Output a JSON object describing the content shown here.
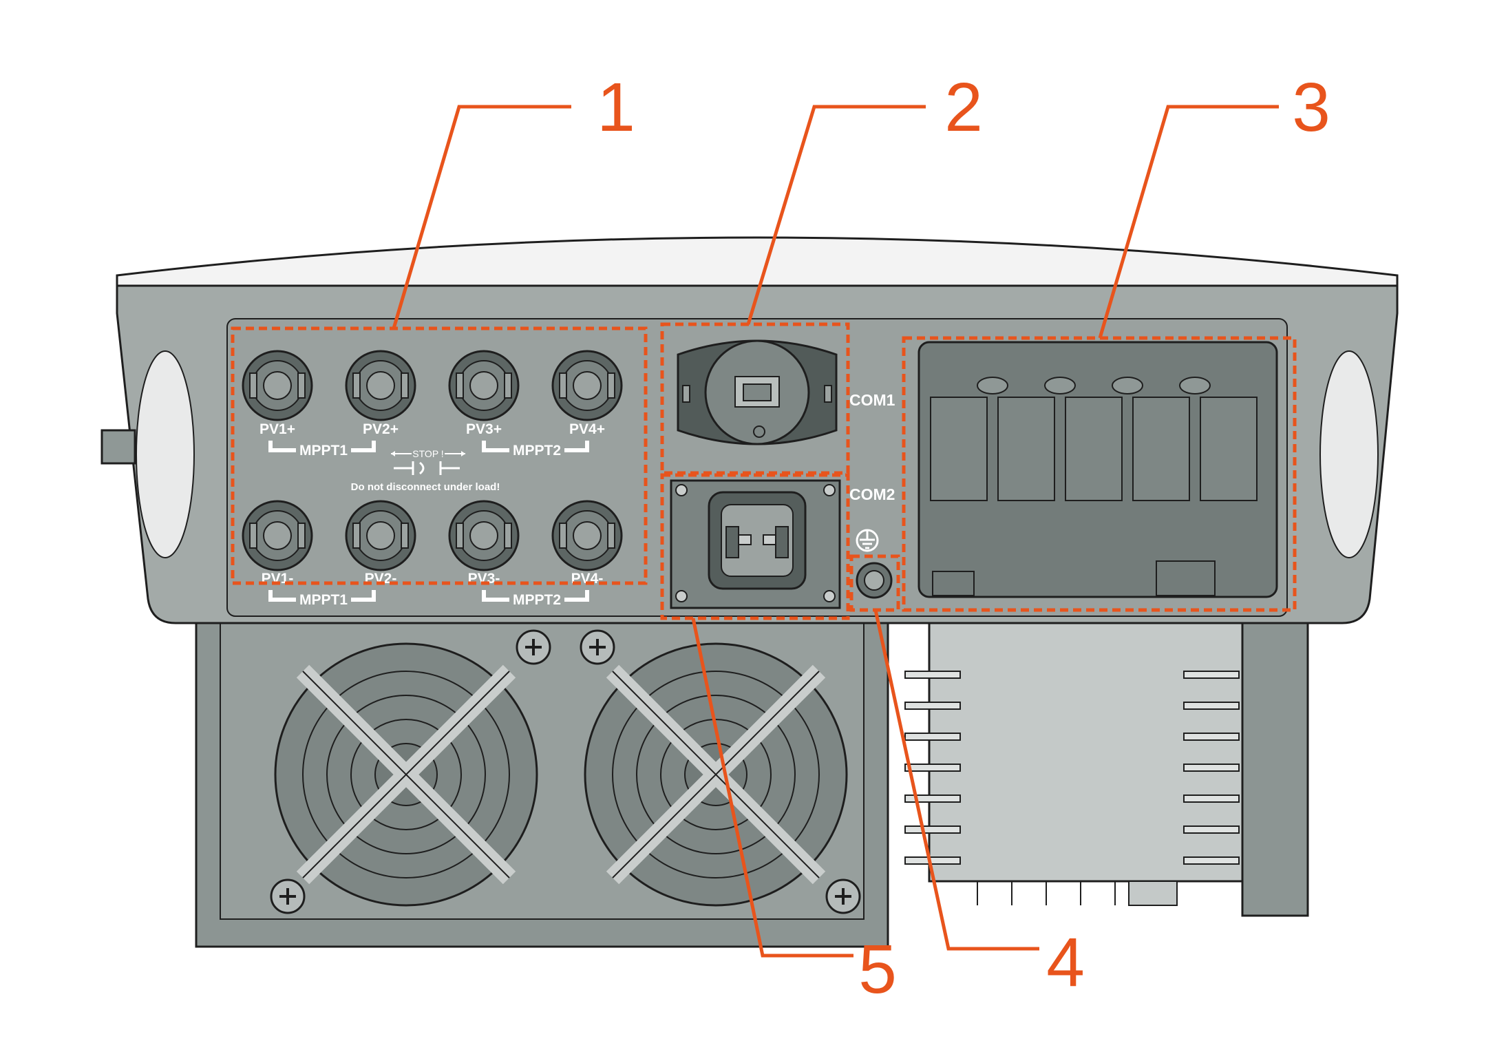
{
  "callouts": [
    "1",
    "2",
    "3",
    "4",
    "5"
  ],
  "ports": {
    "com1": "COM1",
    "com2": "COM2"
  },
  "pv_top": [
    "PV1+",
    "PV2+",
    "PV3+",
    "PV4+"
  ],
  "pv_bottom": [
    "PV1-",
    "PV2-",
    "PV3-",
    "PV4-"
  ],
  "mppt": {
    "top_left": "MPPT1",
    "top_right": "MPPT2",
    "bottom_left": "MPPT1",
    "bottom_right": "MPPT2"
  },
  "warning": {
    "stop": "STOP !",
    "text": "Do not disconnect under load!"
  },
  "ground_symbol": "ground-icon",
  "colors": {
    "callout": "#e8541c",
    "body": "#a3aaa8",
    "panel": "#8f9896",
    "dark": "#5d6664",
    "fan_area": "#8c9593"
  }
}
